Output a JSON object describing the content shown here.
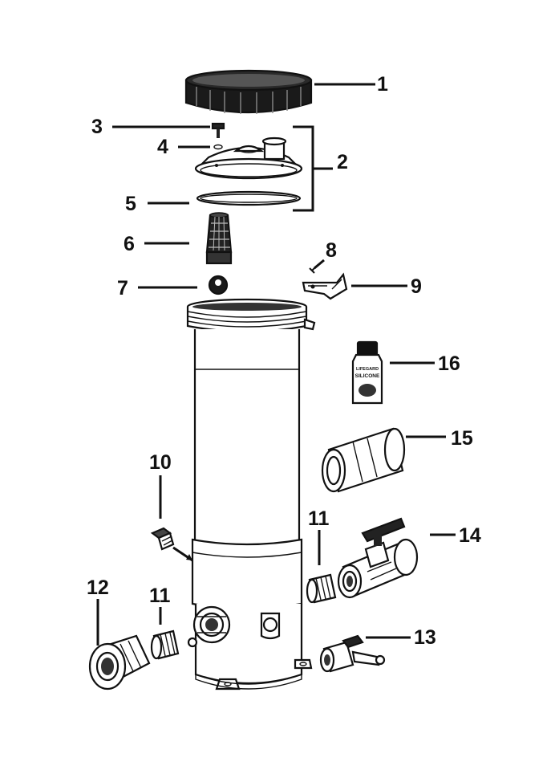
{
  "diagram": {
    "callouts": [
      {
        "id": "1",
        "label": "1"
      },
      {
        "id": "2",
        "label": "2"
      },
      {
        "id": "3",
        "label": "3"
      },
      {
        "id": "4",
        "label": "4"
      },
      {
        "id": "5",
        "label": "5"
      },
      {
        "id": "6",
        "label": "6"
      },
      {
        "id": "7",
        "label": "7"
      },
      {
        "id": "8",
        "label": "8"
      },
      {
        "id": "9",
        "label": "9"
      },
      {
        "id": "10",
        "label": "10"
      },
      {
        "id": "11a",
        "label": "11"
      },
      {
        "id": "11b",
        "label": "11"
      },
      {
        "id": "12",
        "label": "12"
      },
      {
        "id": "13",
        "label": "13"
      },
      {
        "id": "14",
        "label": "14"
      },
      {
        "id": "15",
        "label": "15"
      },
      {
        "id": "16",
        "label": "16"
      }
    ],
    "bottle_label": {
      "brand": "LIFEGARD",
      "product": "SILICONE"
    }
  }
}
